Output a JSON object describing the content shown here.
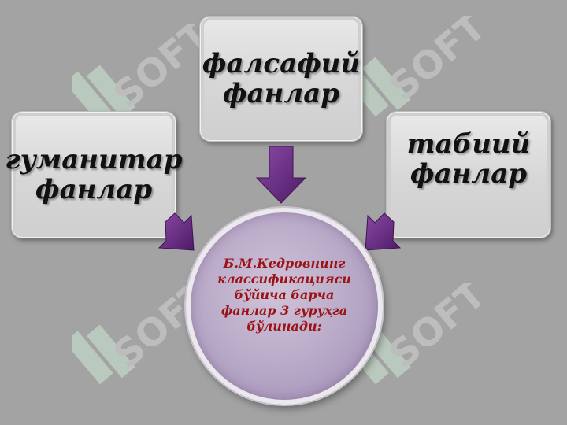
{
  "boxes": {
    "left": "гуманитар\nфанлар",
    "top": "фалсафий\nфанлар",
    "right": "табиий\nфанлар"
  },
  "center": "Б.М.Кедровнинг\nклассификацияси\nбўйича барча\nфанлар 3 гуруҳга\nбўлинади:",
  "watermark": "SOFT",
  "colors": {
    "arrow": "#6b2a86",
    "center_text": "#9c1316",
    "background": "#a3a3a3"
  }
}
